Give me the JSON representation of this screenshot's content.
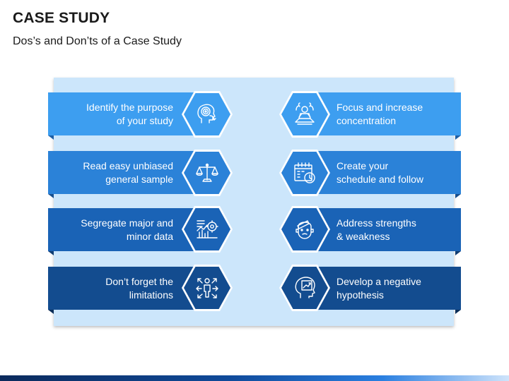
{
  "header": {
    "title": "CASE STUDY",
    "subtitle": "Dos’s and Don’ts of a Case Study"
  },
  "colors": {
    "row1": "#3d9ef0",
    "row2": "#2b82d8",
    "row3": "#1a63b6",
    "row4": "#134c8f",
    "panel": "#cce6fb"
  },
  "left_items": [
    {
      "line1": "Identify the purpose",
      "line2": "of your study",
      "icon": "target-head-icon"
    },
    {
      "line1": "Read easy unbiased",
      "line2": "general sample",
      "icon": "balance-scale-icon"
    },
    {
      "line1": "Segregate major and",
      "line2": "minor data",
      "icon": "chart-gear-icon"
    },
    {
      "line1": "Don’t forget the",
      "line2": "limitations",
      "icon": "person-arrows-icon"
    }
  ],
  "right_items": [
    {
      "line1": "Focus and increase",
      "line2": "concentration",
      "icon": "meditation-icon"
    },
    {
      "line1": "Create your",
      "line2": "schedule and follow",
      "icon": "calendar-clock-icon"
    },
    {
      "line1": "Address strengths",
      "line2": "& weakness",
      "icon": "head-bandage-icon"
    },
    {
      "line1": "Develop a negative",
      "line2": "hypothesis",
      "icon": "head-chart-icon"
    }
  ]
}
